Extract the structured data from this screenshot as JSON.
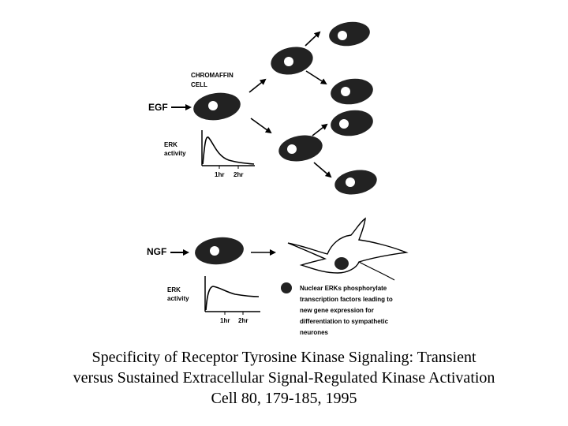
{
  "diagram": {
    "egf_label": "EGF",
    "ngf_label": "NGF",
    "cell_label_line1": "CHROMAFFIN",
    "cell_label_line2": "CELL",
    "egf_graph": {
      "ylabel_line1": "ERK",
      "ylabel_line2": "activity",
      "tick1": "1hr",
      "tick2": "2hr"
    },
    "ngf_graph": {
      "ylabel_line1": "ERK",
      "ylabel_line2": "activity",
      "tick1": "1hr",
      "tick2": "2hr"
    },
    "nuclear_note": [
      "Nuclear ERKs phosphorylate",
      "transcription factors leading to",
      "new gene expression for",
      "differentiation to sympathetic",
      "neurones"
    ]
  },
  "caption": {
    "line1": "Specificity of Receptor Tyrosine Kinase Signaling: Transient",
    "line2": "versus Sustained Extracellular Signal-Regulated Kinase Activation",
    "line3": "Cell 80, 179-185, 1995"
  }
}
